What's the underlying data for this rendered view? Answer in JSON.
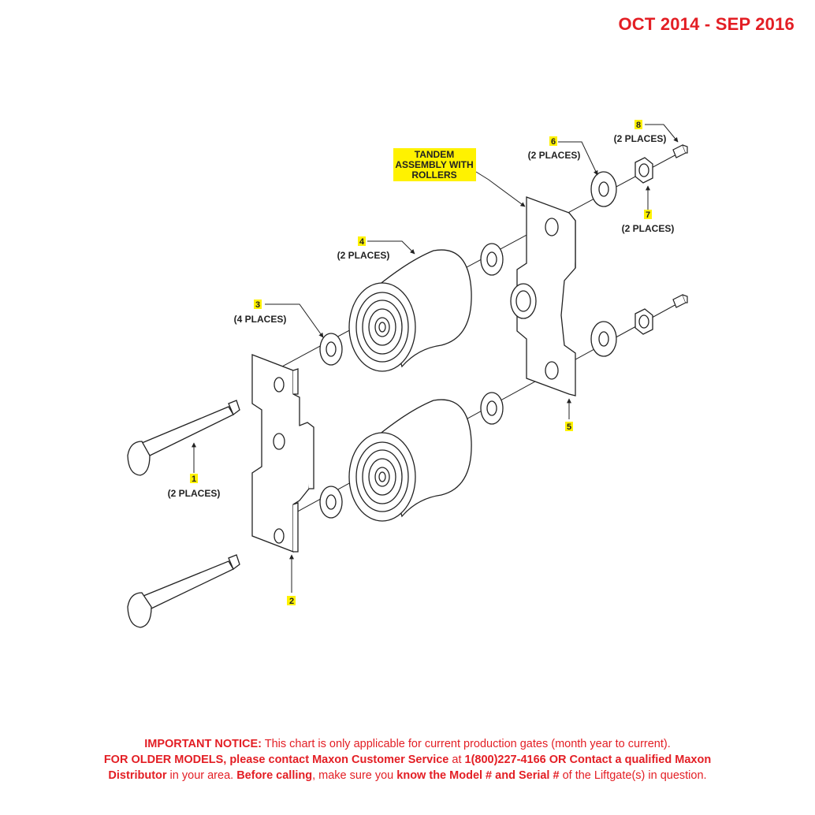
{
  "header": {
    "date_range": "OCT 2014 - SEP 2016"
  },
  "callouts": {
    "c1": {
      "number": "1",
      "places": "(2 PLACES)"
    },
    "c2": {
      "number": "2"
    },
    "c3": {
      "number": "3",
      "places": "(4 PLACES)"
    },
    "c4": {
      "number": "4",
      "places": "(2 PLACES)"
    },
    "c5": {
      "number": "5"
    },
    "c6": {
      "number": "6",
      "places": "(2 PLACES)"
    },
    "c7": {
      "number": "7",
      "places": "(2 PLACES)"
    },
    "c8": {
      "number": "8",
      "places": "(2 PLACES)"
    },
    "tandem": {
      "line1": "TANDEM",
      "line2": "ASSEMBLY WITH",
      "line3": "ROLLERS"
    }
  },
  "notice": {
    "l1_bold": "IMPORTANT NOTICE:",
    "l1_text": " This chart is only applicable for current production gates (month year to current).",
    "l2_bold1": "FOR OLDER MODELS, please contact Maxon Customer Service",
    "l2_text": " at ",
    "l2_bold2": "1(800)227-4166 OR Contact a qualified Maxon",
    "l3_bold1": "Distributor",
    "l3_text1": " in your area. ",
    "l3_bold2": "Before calling",
    "l3_text2": ", make sure you ",
    "l3_bold3": "know the Model # and Serial #",
    "l3_text3": " of the Liftgate(s) in question."
  },
  "colors": {
    "accent_red": "#e31e24",
    "highlight_yellow": "#fff200",
    "line": "#222222"
  }
}
